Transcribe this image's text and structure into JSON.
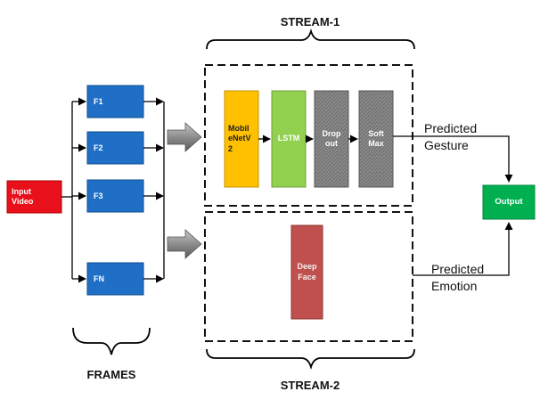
{
  "stream1_label": "STREAM-1",
  "stream2_label": "STREAM-2",
  "frames_label": "FRAMES",
  "input": {
    "label": "Input\nVideo"
  },
  "frames": [
    "F1",
    "F2",
    "F3",
    "FN"
  ],
  "stream1_blocks": [
    {
      "label": "Mobil\neNetV\n2"
    },
    {
      "label": "LSTM"
    },
    {
      "label": "Drop\nout"
    },
    {
      "label": "Soft\nMax"
    }
  ],
  "deepface": {
    "label": "Deep\nFace"
  },
  "predicted_gesture": {
    "label": "Predicted\nGesture"
  },
  "predicted_emotion": {
    "label": "Predicted\nEmotion"
  },
  "output": {
    "label": "Output"
  },
  "colors": {
    "input": "#e8111b",
    "frame": "#1f6fc6",
    "mobilenet": "#ffc000",
    "lstm": "#92d050",
    "dropout": "#7f7f7f",
    "softmax": "#7f7f7f",
    "deepface": "#c0504d",
    "output": "#00b050"
  }
}
